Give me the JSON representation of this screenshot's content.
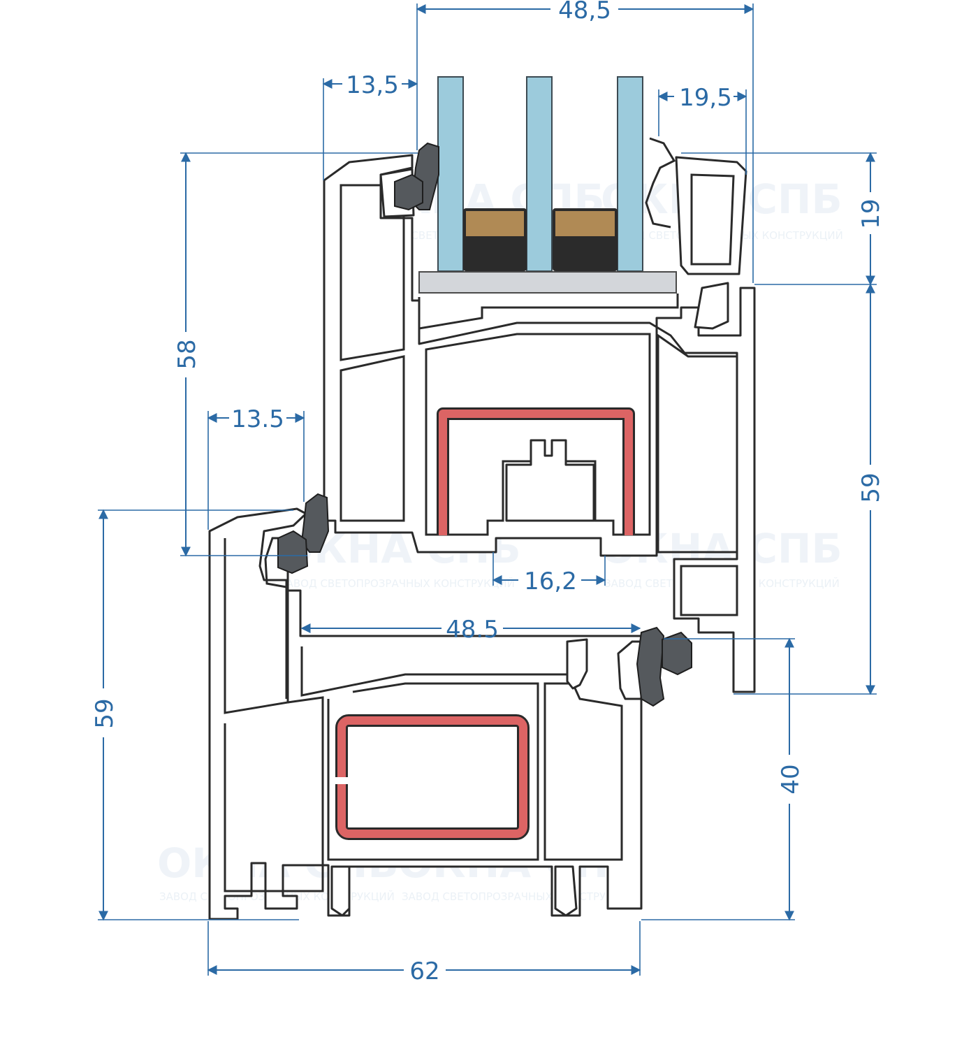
{
  "dimensions": {
    "glazing_width": "48,5",
    "bead_left_top": "13,5",
    "bead_right_top": "19,5",
    "sash_height_top": "19",
    "sash_overall": "58",
    "sash_right": "59",
    "frame_rebate_left": "13.5",
    "sash_steel_width": "16,2",
    "frame_inner_width": "48.5",
    "frame_height_left": "59",
    "frame_right": "40",
    "frame_width": "62"
  },
  "watermarks": {
    "brand": "ОКНА СПБ",
    "tagline": "ЗАВОД СВЕТОПРОЗРАЧНЫХ КОНСТРУКЦИЙ"
  },
  "colors": {
    "dimension": "#2b6aa5",
    "glass": "#9ccbdc",
    "steel_reinforcement": "#dc6464",
    "gasket": "#55595d",
    "profile_outline": "#2a2a2a"
  }
}
